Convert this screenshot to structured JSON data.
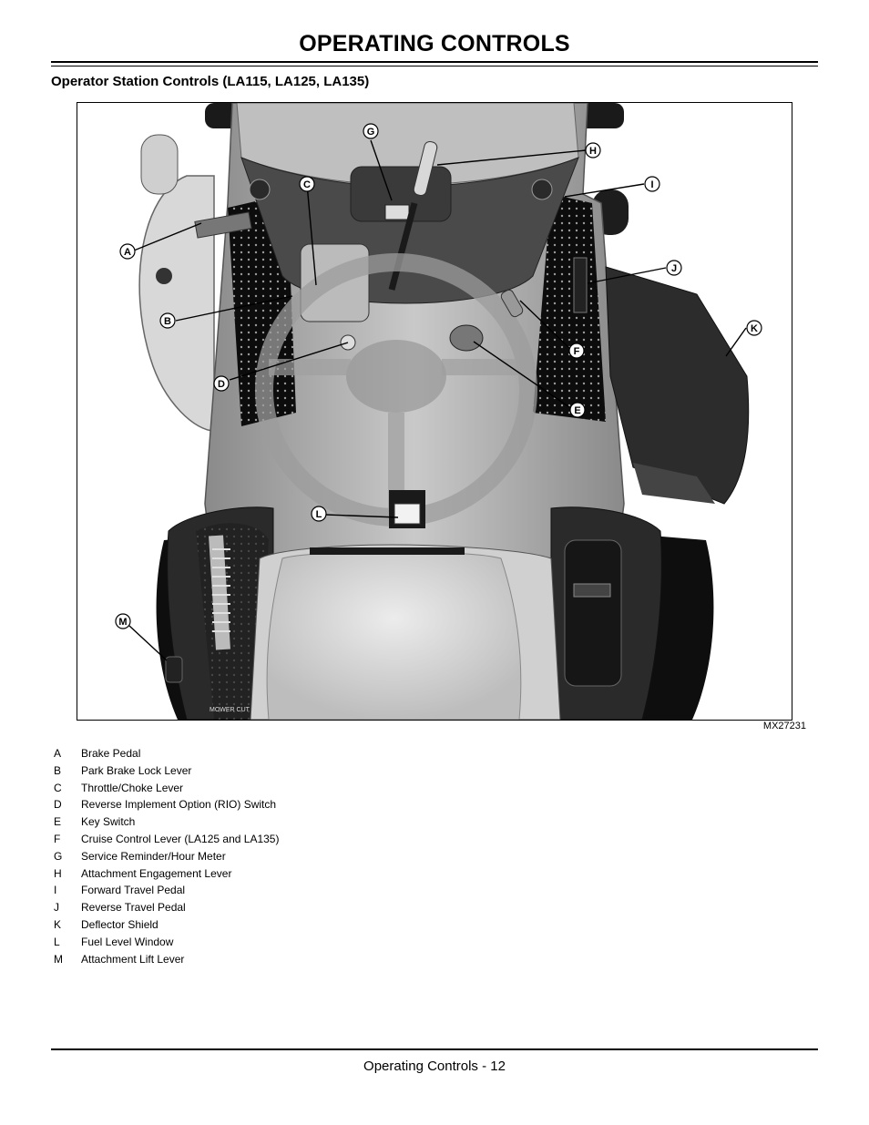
{
  "header": {
    "title": "OPERATING CONTROLS",
    "section_title": "Operator Station Controls (LA115, LA125, LA135)"
  },
  "figure": {
    "id": "MX27231",
    "callouts": [
      "A",
      "B",
      "C",
      "D",
      "E",
      "F",
      "G",
      "H",
      "I",
      "J",
      "K",
      "L",
      "M"
    ],
    "decal_text": "MOWER CUT"
  },
  "legend": [
    {
      "letter": "A",
      "text": "Brake Pedal"
    },
    {
      "letter": "B",
      "text": "Park Brake Lock Lever"
    },
    {
      "letter": "C",
      "text": "Throttle/Choke Lever"
    },
    {
      "letter": "D",
      "text": "Reverse Implement Option (RIO) Switch"
    },
    {
      "letter": "E",
      "text": "Key Switch"
    },
    {
      "letter": "F",
      "text": "Cruise Control Lever (LA125 and LA135)"
    },
    {
      "letter": "G",
      "text": "Service Reminder/Hour Meter"
    },
    {
      "letter": "H",
      "text": "Attachment Engagement Lever"
    },
    {
      "letter": "I",
      "text": "Forward Travel Pedal"
    },
    {
      "letter": "J",
      "text": "Reverse Travel Pedal"
    },
    {
      "letter": "K",
      "text": "Deflector Shield"
    },
    {
      "letter": "L",
      "text": "Fuel Level Window"
    },
    {
      "letter": "M",
      "text": "Attachment Lift Lever"
    }
  ],
  "footer": {
    "text": "Operating Controls - 12"
  }
}
